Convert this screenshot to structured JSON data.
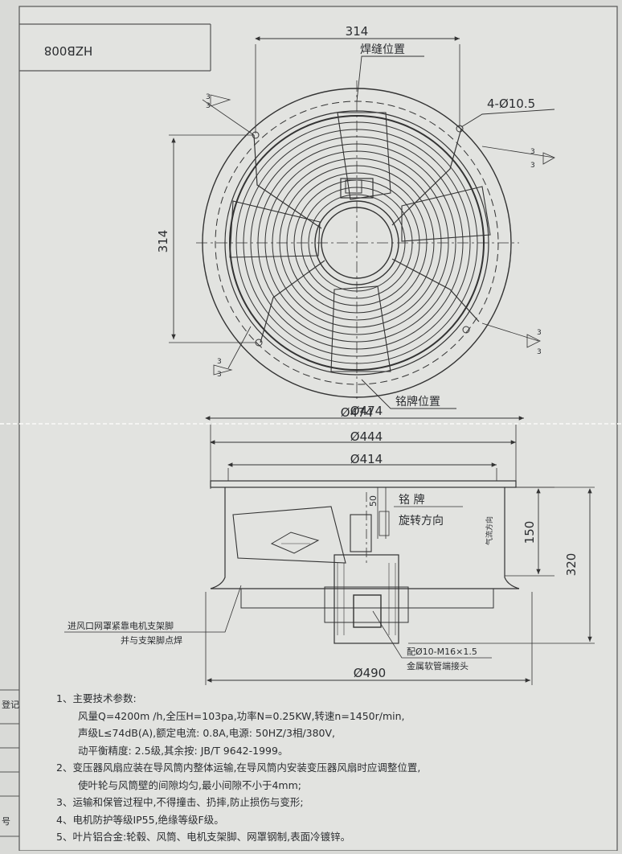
{
  "title_block": {
    "code": "HZB008"
  },
  "margin": {
    "register": "登记",
    "number": "号"
  },
  "top_view": {
    "dim_bolt_h": "314",
    "dim_bolt_v": "314",
    "weld_position": "焊缝位置",
    "holes": "4-Ø10.5",
    "weld": "3",
    "nameplate_position": "铭牌位置",
    "dim_outer": "Ø474"
  },
  "side_view": {
    "dim_top": "Ø474",
    "dim_flange": "Ø444",
    "dim_inner": "Ø414",
    "dim_hub": "50",
    "nameplate": "铭 牌",
    "rotation": "旋转方向",
    "airflow": "气流方向",
    "dim_body": "150",
    "dim_total": "320",
    "inlet_note_1": "进风口网罩紧靠电机支架脚",
    "inlet_note_2": "并与支架脚点焊",
    "fitting_note_1": "配Ø10-M16×1.5",
    "fitting_note_2": "金属软管端接头",
    "dim_base": "Ø490"
  },
  "notes": {
    "n1_title": "1、主要技术参数:",
    "n1_l1": "风量Q=4200m /h,全压H=103pa,功率N=0.25KW,转速n=1450r/min,",
    "n1_l2": "声级L≤74dB(A),额定电流: 0.8A,电源: 50HZ/3相/380V,",
    "n1_l3": "动平衡精度: 2.5级,其余按: JB/T 9642-1999。",
    "n2_l1": "2、变压器风扇应装在导风筒内整体运输,在导风筒内安装变压器风扇时应调整位置,",
    "n2_l2": "使叶轮与风筒壁的间隙均匀,最小间隙不小于4mm;",
    "n3": "3、运输和保管过程中,不得撞击、扔摔,防止损伤与变形;",
    "n4": "4、电机防护等级IP55,绝缘等级F级。",
    "n5": "5、叶片铝合金:轮毂、风筒、电机支架脚、网罩钢制,表面冷镀锌。"
  }
}
